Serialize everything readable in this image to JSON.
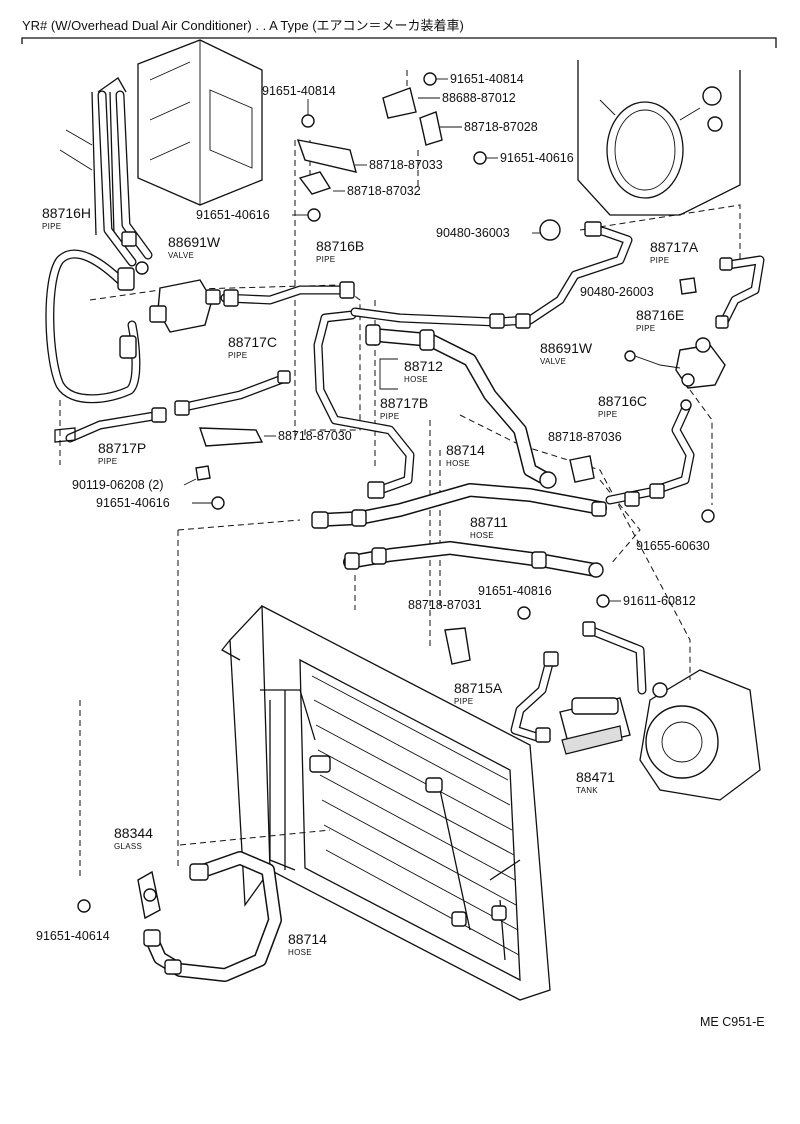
{
  "header": {
    "title": "YR# (W/Overhead Dual Air Conditioner) . . A Type (エアコン＝メーカ装着車)"
  },
  "footer": {
    "code": "ME C951-E"
  },
  "bolt_marker": "B",
  "labels": [
    {
      "id": "l1",
      "text": "91651-40814",
      "sub": "",
      "bolt": true
    },
    {
      "id": "l2",
      "text": "88688-87012",
      "sub": "",
      "bolt": false
    },
    {
      "id": "l3",
      "text": "88718-87028",
      "sub": "",
      "bolt": false
    },
    {
      "id": "l4",
      "text": "91651-40616",
      "sub": "",
      "bolt": true
    },
    {
      "id": "l5",
      "text": "91651-40814",
      "sub": "",
      "bolt": true
    },
    {
      "id": "l6",
      "text": "88718-87033",
      "sub": "",
      "bolt": false
    },
    {
      "id": "l7",
      "text": "88718-87032",
      "sub": "",
      "bolt": false
    },
    {
      "id": "l8",
      "text": "91651-40616",
      "sub": "",
      "bolt": true
    },
    {
      "id": "l9",
      "text": "88716H",
      "sub": "PIPE",
      "bolt": false
    },
    {
      "id": "l10",
      "text": "88691W",
      "sub": "VALVE",
      "bolt": false
    },
    {
      "id": "l11",
      "text": "88716B",
      "sub": "PIPE",
      "bolt": false
    },
    {
      "id": "l12",
      "text": "90480-36003",
      "sub": "",
      "bolt": false
    },
    {
      "id": "l13",
      "text": "88717A",
      "sub": "PIPE",
      "bolt": false
    },
    {
      "id": "l14",
      "text": "90480-26003",
      "sub": "",
      "bolt": false
    },
    {
      "id": "l15",
      "text": "88716E",
      "sub": "PIPE",
      "bolt": false
    },
    {
      "id": "l16",
      "text": "88691W",
      "sub": "VALVE",
      "bolt": false
    },
    {
      "id": "l17",
      "text": "88717C",
      "sub": "PIPE",
      "bolt": false
    },
    {
      "id": "l18",
      "text": "88712",
      "sub": "HOSE",
      "bolt": false
    },
    {
      "id": "l19",
      "text": "88717B",
      "sub": "PIPE",
      "bolt": false
    },
    {
      "id": "l20",
      "text": "88716C",
      "sub": "PIPE",
      "bolt": false
    },
    {
      "id": "l21",
      "text": "88718-87030",
      "sub": "",
      "bolt": false
    },
    {
      "id": "l22",
      "text": "88718-87036",
      "sub": "",
      "bolt": false
    },
    {
      "id": "l23",
      "text": "88717P",
      "sub": "PIPE",
      "bolt": false
    },
    {
      "id": "l24",
      "text": "88714",
      "sub": "HOSE",
      "bolt": false
    },
    {
      "id": "l25",
      "text": "90119-06208 (2)",
      "sub": "",
      "bolt": false
    },
    {
      "id": "l26",
      "text": "91651-40616",
      "sub": "",
      "bolt": true
    },
    {
      "id": "l27",
      "text": "91655-60630",
      "sub": "",
      "bolt": true
    },
    {
      "id": "l28",
      "text": "88711",
      "sub": "HOSE",
      "bolt": false
    },
    {
      "id": "l29",
      "text": "91651-40816",
      "sub": "",
      "bolt": true
    },
    {
      "id": "l30",
      "text": "88718-87031",
      "sub": "",
      "bolt": false
    },
    {
      "id": "l31",
      "text": "91611-60812",
      "sub": "",
      "bolt": true
    },
    {
      "id": "l32",
      "text": "88715A",
      "sub": "PIPE",
      "bolt": false
    },
    {
      "id": "l33",
      "text": "88471",
      "sub": "TANK",
      "bolt": false
    },
    {
      "id": "l34",
      "text": "88344",
      "sub": "GLASS",
      "bolt": false
    },
    {
      "id": "l35",
      "text": "91651-40614",
      "sub": "",
      "bolt": true
    },
    {
      "id": "l36",
      "text": "88714",
      "sub": "HOSE",
      "bolt": false
    }
  ]
}
